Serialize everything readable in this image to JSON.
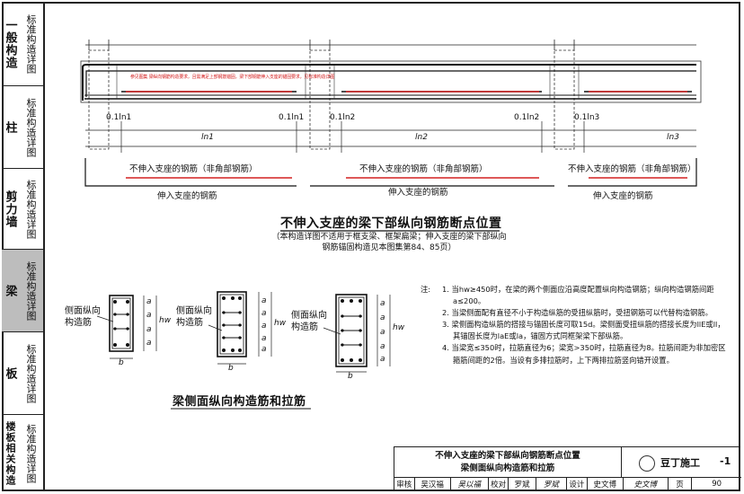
{
  "sidebar": [
    {
      "big": "一般构造",
      "small": "标准构造详图"
    },
    {
      "big": "柱",
      "small": "标准构造详图"
    },
    {
      "big": "剪力墙",
      "small": "标准构造详图"
    },
    {
      "big": "梁",
      "small": "标准构造详图"
    },
    {
      "big": "板",
      "small": "标准构造详图"
    },
    {
      "big": "楼板相关构造",
      "small": "标准构造详图"
    }
  ],
  "diagram1": {
    "red_note": "参见图集 梁纵向钢筋构造要求，且需满足上部钢筋锚固，梁下部钢筋伸入支座的锚固要求，见标准构造详图",
    "span_labels": [
      "ln1",
      "ln2",
      "ln3"
    ],
    "dim_labels": [
      "0.1ln1",
      "0.1ln1",
      "0.1ln2",
      "0.1ln2",
      "0.1ln3"
    ],
    "not_into_support": [
      "不伸入支座的钢筋（非角部钢筋）",
      "不伸入支座的钢筋（非角部钢筋）",
      "不伸入支座的钢筋（非角部钢筋）"
    ],
    "into_support": [
      "伸入支座的钢筋",
      "伸入支座的钢筋",
      "伸入支座的钢筋"
    ],
    "title": "不伸入支座的梁下部纵向钢筋断点位置",
    "subnote_line1": "（本构造详图不适用于框支梁、框架扁梁；伸入支座的梁下部纵向",
    "subnote_line2": "钢筋锚固构造见本图集第84、85页）"
  },
  "diagram2": {
    "callouts": [
      "侧面纵向构造筋",
      "侧面纵向构造筋",
      "侧面纵向构造筋"
    ],
    "dim_a": "a",
    "dim_b": "b",
    "dim_hw": "hw",
    "title": "梁侧面纵向构造筋和拉筋"
  },
  "notes": {
    "prefix": "注:",
    "items": [
      "1. 当hw≥450时，在梁的两个侧面应沿高度配置纵向构造钢筋；纵向构造钢筋间距a≤200。",
      "2. 当梁侧面配有直径不小于构造纵筋的受扭纵筋时，受扭钢筋可以代替构造钢筋。",
      "3. 梁侧面构造纵筋的搭接与锚固长度可取15d。梁侧面受扭纵筋的搭接长度为llE或ll，其锚固长度为laE或la，锚固方式同框架梁下部纵筋。",
      "4. 当梁宽≤350时，拉筋直径为6；梁宽>350时，拉筋直径为8。拉筋间距为非加密区箍筋间距的2倍。当设有多排拉筋时，上下两排拉筋竖向错开设置。"
    ]
  },
  "title_block": {
    "title_line1": "不伸入支座的梁下部纵向钢筋断点位置",
    "title_line2": "梁侧面纵向构造筋和拉筋",
    "atlas_label": "豆丁施工",
    "atlas_suffix": "-1",
    "row": [
      "审核",
      "吴汉福",
      "吴以福",
      "校对",
      "罗斌",
      "罗斌",
      "设计",
      "史文博",
      "史文博",
      "页",
      "90"
    ]
  }
}
